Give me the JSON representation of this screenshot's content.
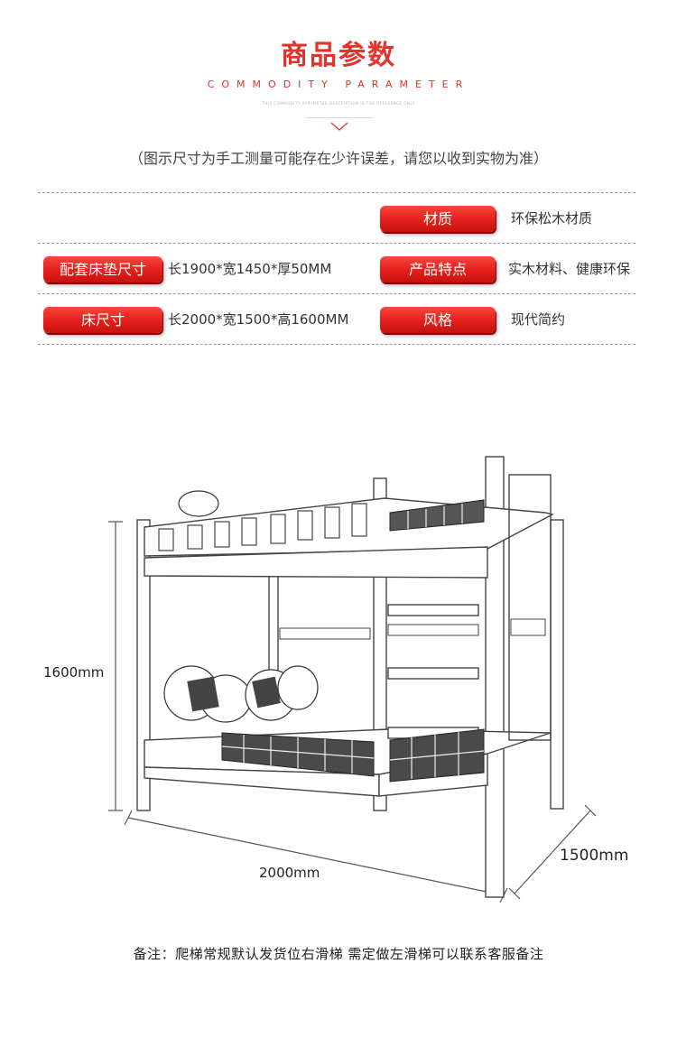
{
  "header": {
    "title": "商品参数",
    "subtitle": "COMMODITY PARAMETER",
    "tiny_text": "THIS COMMODITY PARAMETER DESCRIPTION IS FOR REFERENCE ONLY"
  },
  "note_top": "（图示尺寸为手工测量可能存在少许误差，请您以收到实物为准）",
  "params": {
    "material_label": "材质",
    "material_value": "环保松木材质",
    "mattress_label": "配套床垫尺寸",
    "mattress_value": "长1900*宽1450*厚50MM",
    "feature_label": "产品特点",
    "feature_value": "实木材料、健康环保",
    "bed_size_label": "床尺寸",
    "bed_size_value": "长2000*宽1500*高1600MM",
    "style_label": "风格",
    "style_value": "现代简约"
  },
  "dimensions": {
    "height": "1600mm",
    "length": "2000mm",
    "width": "1500mm"
  },
  "footnote": "备注：爬梯常规默认发货位右滑梯 需定做左滑梯可以联系客服备注",
  "colors": {
    "accent": "#e4322d"
  }
}
